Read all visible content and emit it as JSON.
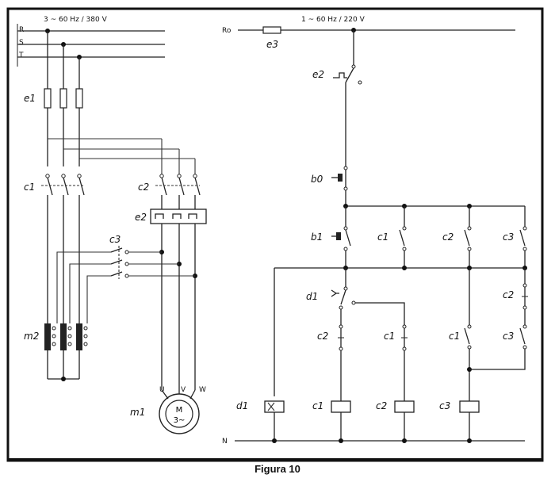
{
  "caption": "Figura 10",
  "power_circuit": {
    "supply_label": "3 ~ 60 Hz / 380 V",
    "phases": [
      "R",
      "S",
      "T"
    ],
    "fuses": "e1",
    "contactor_1": "c1",
    "contactor_2": "c2",
    "thermal_relay": "e2",
    "star_contactor": "c3",
    "autotransformer": "m2",
    "motor": "m1",
    "motor_symbol": "M",
    "motor_type": "3~",
    "terminals": [
      "U",
      "V",
      "W"
    ]
  },
  "control_circuit": {
    "supply_label": "1 ~ 60 Hz / 220 V",
    "line": "Ro",
    "neutral": "N",
    "fuse": "e3",
    "overload_contact": "e2",
    "stop_button": "b0",
    "start_button": "b1",
    "timer": "d1",
    "seal_contacts": [
      "c1",
      "c2",
      "c3"
    ],
    "branch_contacts": [
      "c2",
      "c1",
      "c2",
      "c1",
      "c3"
    ],
    "coils": [
      "d1",
      "c1",
      "c2",
      "c3"
    ]
  }
}
